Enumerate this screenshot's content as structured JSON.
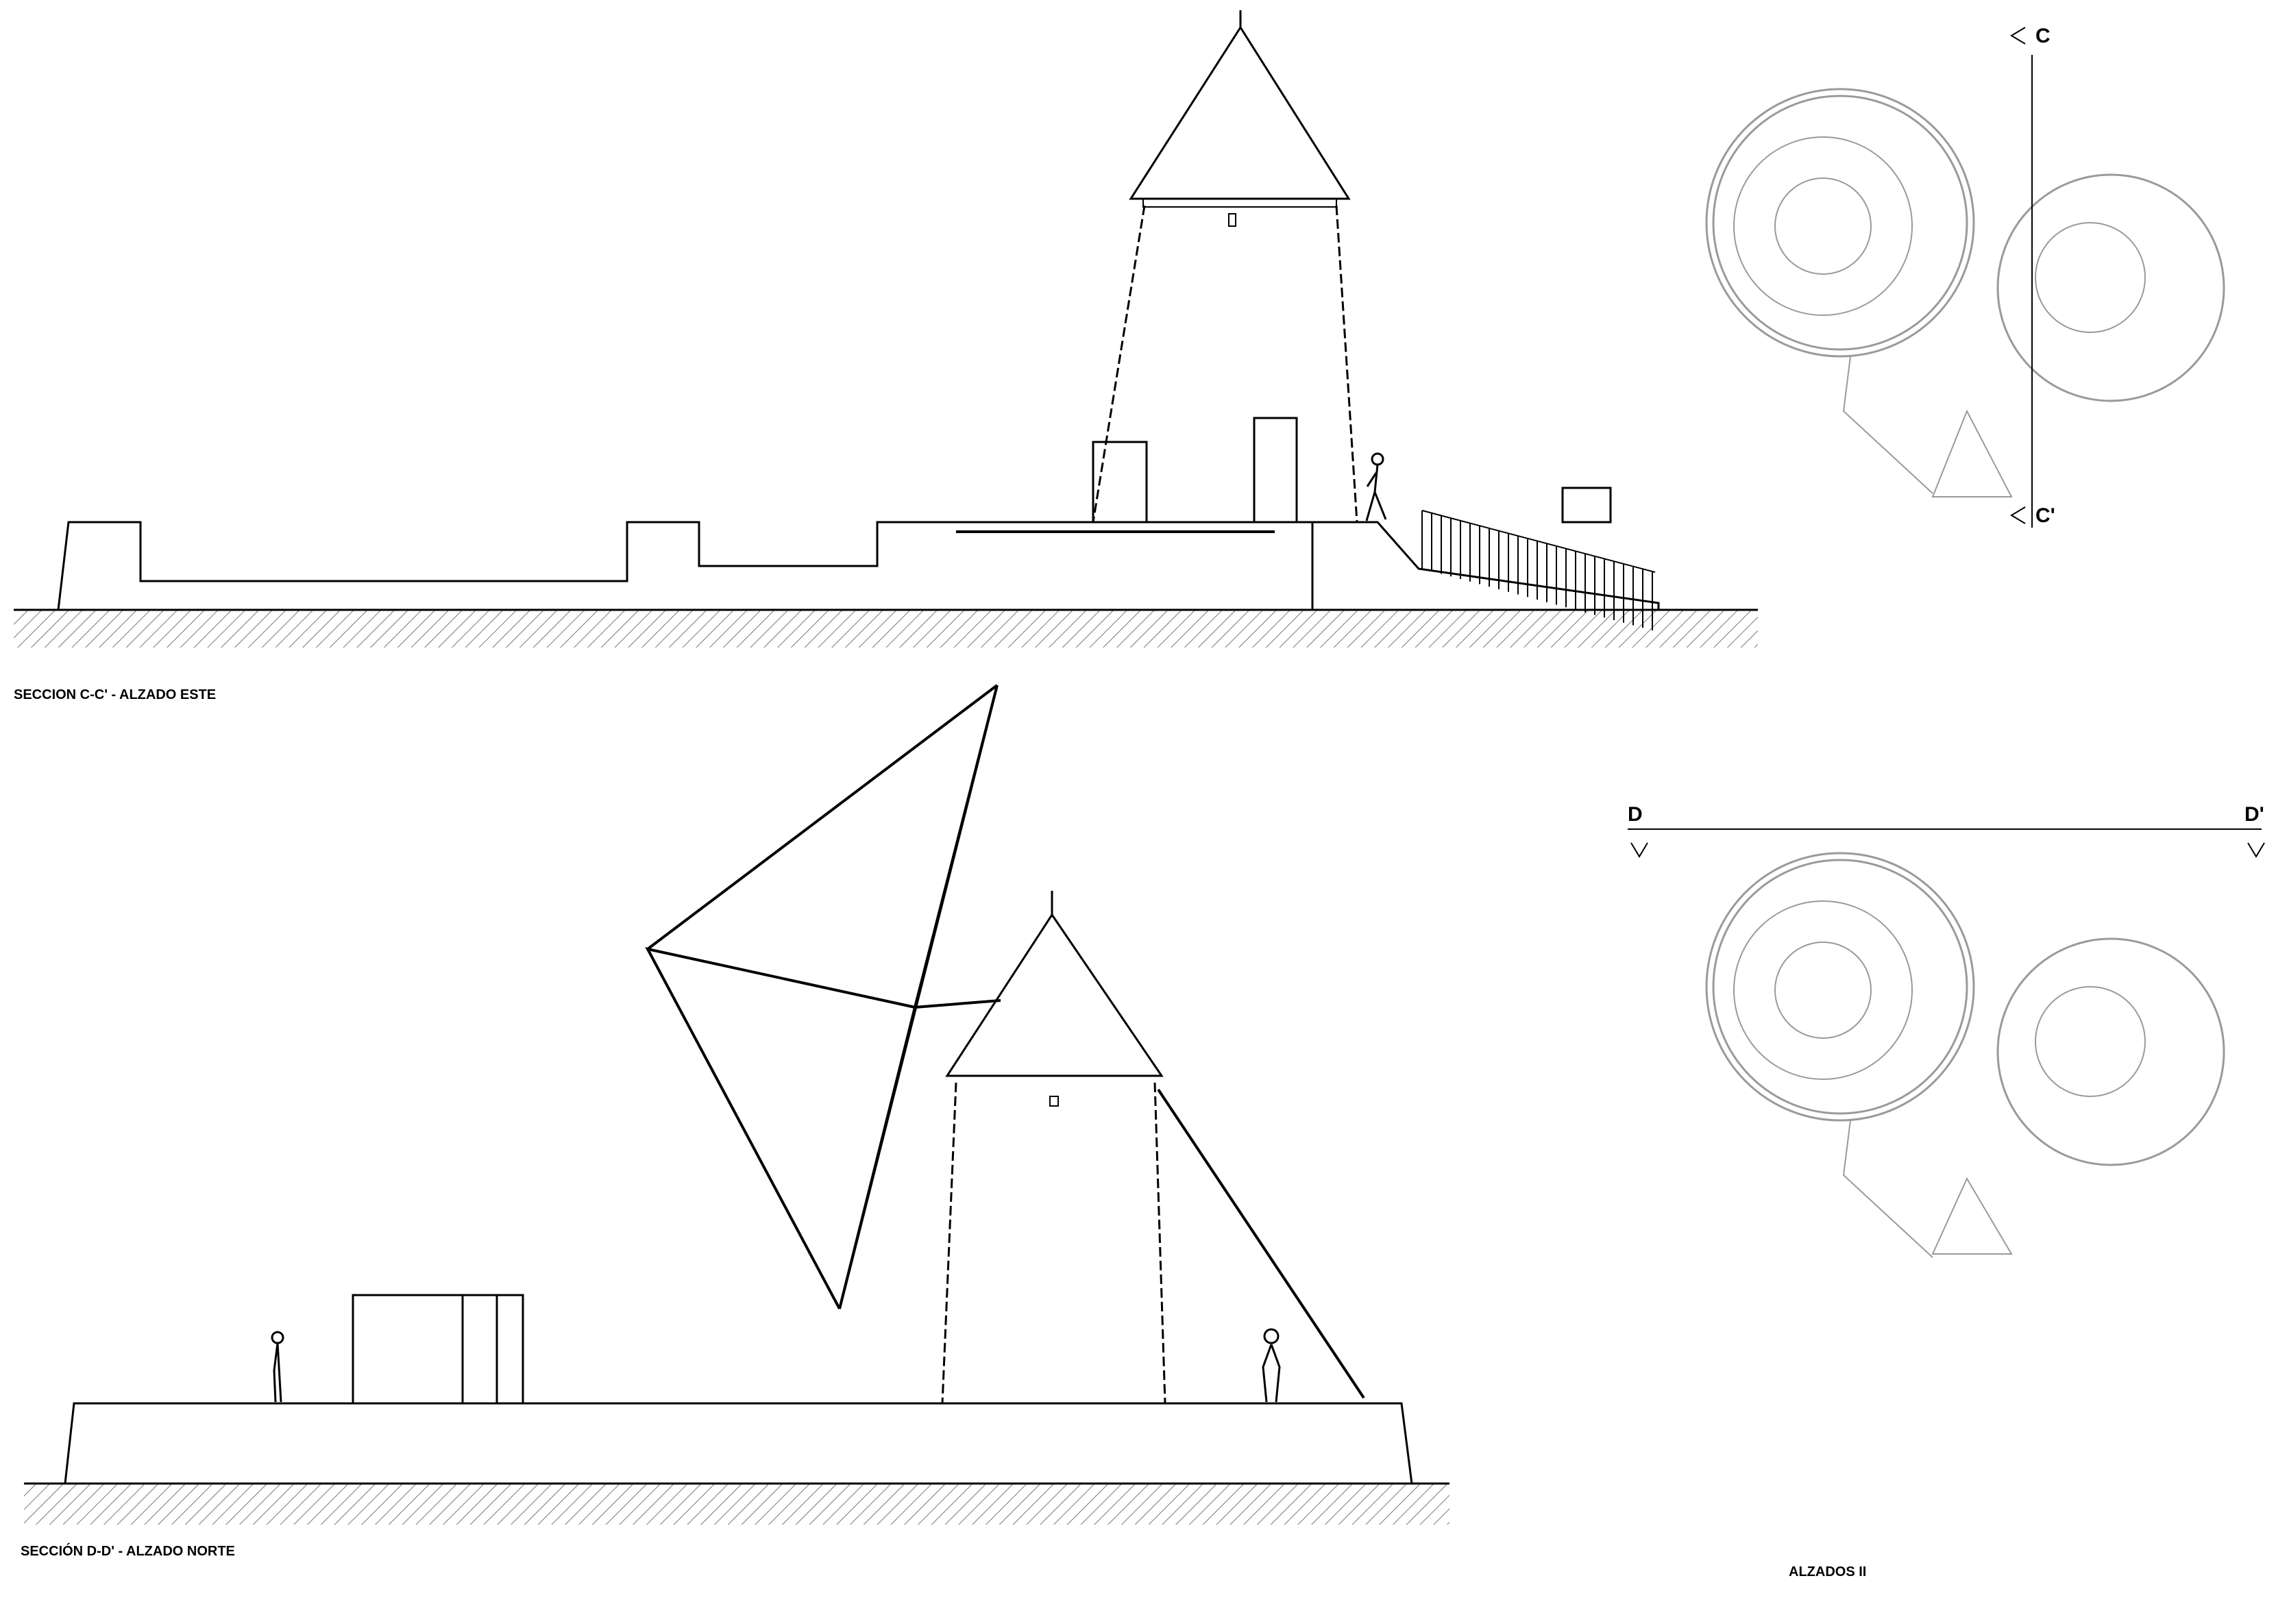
{
  "labels": {
    "section_cc": "SECCION C-C' - ALZADO ESTE",
    "section_dd": "SECCIÓN D-D' - ALZADO NORTE",
    "sheet": "ALZADOS II"
  },
  "section_marks": {
    "c_top": "C",
    "c_bottom": "C'",
    "d_left": "D",
    "d_right": "D'"
  },
  "icons": {
    "arrow": "chevron-arrow-icon",
    "person": "person-silhouette-icon",
    "tree": "tree-symbol-icon",
    "hatch": "ground-hatch-pattern"
  },
  "colors": {
    "line": "#000000",
    "plan_line": "#9a9a9a",
    "background": "#ffffff"
  }
}
